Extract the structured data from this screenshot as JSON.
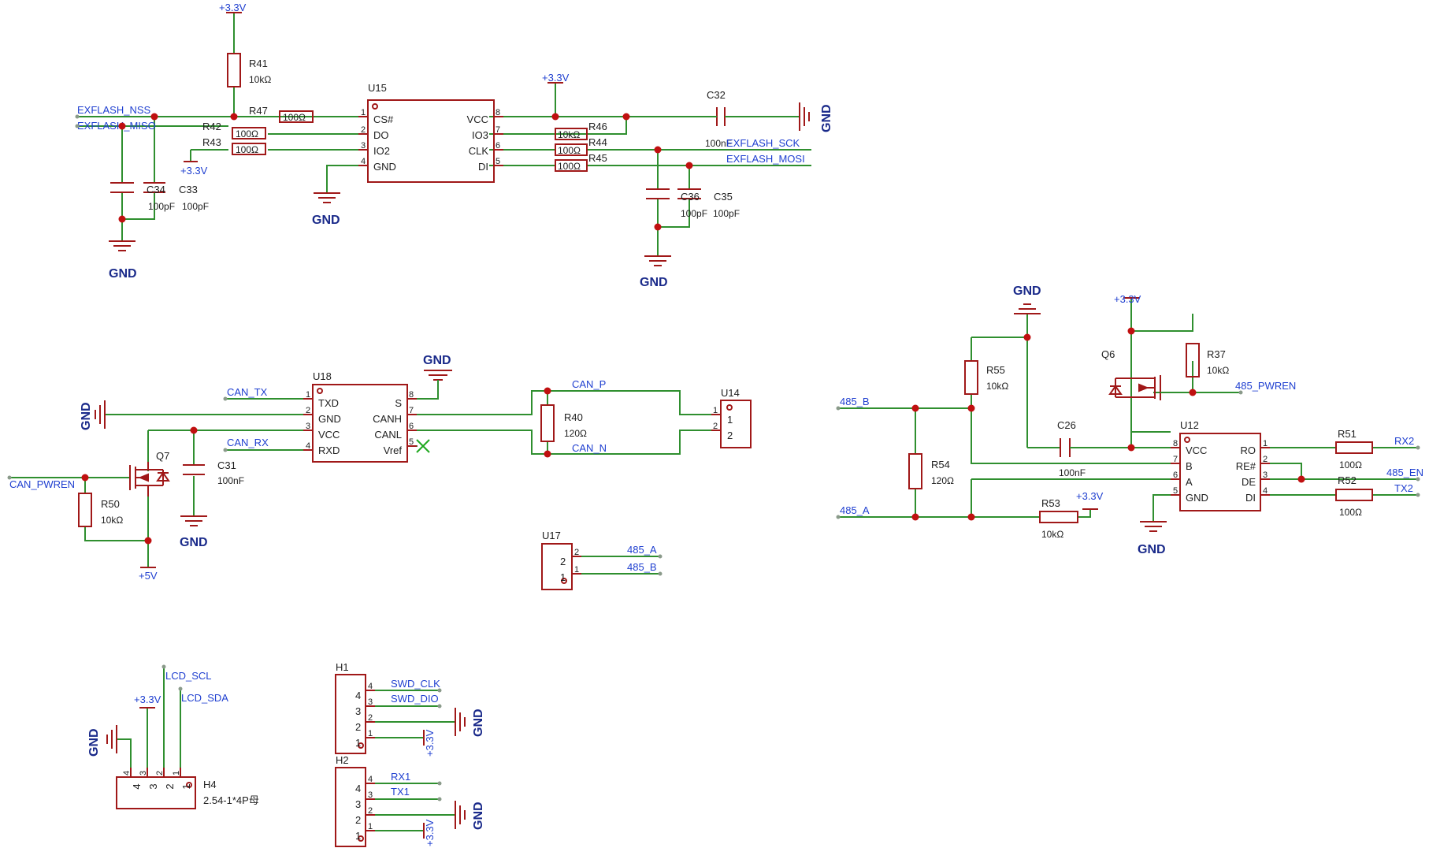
{
  "nets": {
    "vcc33": "+3.3V",
    "vcc5": "+5V",
    "gnd": "GND",
    "exflash_nss": "EXFLASH_NSS",
    "exflash_miso": "EXFLASH_MISO",
    "exflash_sck": "EXFLASH_SCK",
    "exflash_mosi": "EXFLASH_MOSI",
    "can_tx": "CAN_TX",
    "can_rx": "CAN_RX",
    "can_pwren": "CAN_PWREN",
    "can_p": "CAN_P",
    "can_n": "CAN_N",
    "rs485_a": "485_A",
    "rs485_b": "485_B",
    "rs485_pwren": "485_PWREN",
    "rs485_en": "485_EN",
    "rx2": "RX2",
    "tx2": "TX2",
    "rx1": "RX1",
    "tx1": "TX1",
    "lcd_scl": "LCD_SCL",
    "lcd_sda": "LCD_SDA",
    "swd_clk": "SWD_CLK",
    "swd_dio": "SWD_DIO"
  },
  "components": {
    "u15": {
      "ref": "U15",
      "left_pins": [
        [
          "1",
          "CS#"
        ],
        [
          "2",
          "DO"
        ],
        [
          "3",
          "IO2"
        ],
        [
          "4",
          "GND"
        ]
      ],
      "right_pins": [
        [
          "8",
          "VCC"
        ],
        [
          "7",
          "IO3"
        ],
        [
          "6",
          "CLK"
        ],
        [
          "5",
          "DI"
        ]
      ]
    },
    "u18": {
      "ref": "U18",
      "left_pins": [
        [
          "1",
          "TXD"
        ],
        [
          "2",
          "GND"
        ],
        [
          "3",
          "VCC"
        ],
        [
          "4",
          "RXD"
        ]
      ],
      "right_pins": [
        [
          "8",
          "S"
        ],
        [
          "7",
          "CANH"
        ],
        [
          "6",
          "CANL"
        ],
        [
          "5",
          "Vref"
        ]
      ]
    },
    "u12": {
      "ref": "U12",
      "left_pins": [
        [
          "8",
          "VCC"
        ],
        [
          "7",
          "B"
        ],
        [
          "6",
          "A"
        ],
        [
          "5",
          "GND"
        ]
      ],
      "right_pins": [
        [
          "1",
          "RO"
        ],
        [
          "2",
          "RE#"
        ],
        [
          "3",
          "DE"
        ],
        [
          "4",
          "DI"
        ]
      ]
    },
    "u14": {
      "ref": "U14",
      "pins": [
        "1",
        "2"
      ]
    },
    "u17": {
      "ref": "U17",
      "pins": [
        "2",
        "1"
      ]
    },
    "h1": {
      "ref": "H1",
      "pins": [
        "4",
        "3",
        "2",
        "1"
      ]
    },
    "h2": {
      "ref": "H2",
      "pins": [
        "4",
        "3",
        "2",
        "1"
      ]
    },
    "h4": {
      "ref": "H4",
      "pins": [
        "4",
        "3",
        "2",
        "1"
      ],
      "footprint": "2.54-1*4P母"
    },
    "r41": {
      "ref": "R41",
      "value": "10kΩ"
    },
    "r47": {
      "ref": "R47",
      "value": "100Ω"
    },
    "r42": {
      "ref": "R42",
      "value": "100Ω"
    },
    "r43": {
      "ref": "R43",
      "value": "100Ω"
    },
    "r46": {
      "ref": "R46",
      "value": "10kΩ"
    },
    "r44": {
      "ref": "R44",
      "value": "100Ω"
    },
    "r45": {
      "ref": "R45",
      "value": "100Ω"
    },
    "r40": {
      "ref": "R40",
      "value": "120Ω"
    },
    "r50": {
      "ref": "R50",
      "value": "10kΩ"
    },
    "r55": {
      "ref": "R55",
      "value": "10kΩ"
    },
    "r54": {
      "ref": "R54",
      "value": "120Ω"
    },
    "r53": {
      "ref": "R53",
      "value": "10kΩ"
    },
    "r37": {
      "ref": "R37",
      "value": "10kΩ"
    },
    "r51": {
      "ref": "R51",
      "value": "100Ω"
    },
    "r52": {
      "ref": "R52",
      "value": "100Ω"
    },
    "c32": {
      "ref": "C32",
      "value": "100nF"
    },
    "c34": {
      "ref": "C34",
      "value": "100pF"
    },
    "c33": {
      "ref": "C33",
      "value": "100pF"
    },
    "c36": {
      "ref": "C36",
      "value": "100pF"
    },
    "c35": {
      "ref": "C35",
      "value": "100pF"
    },
    "c31": {
      "ref": "C31",
      "value": "100nF"
    },
    "c26": {
      "ref": "C26",
      "value": "100nF"
    },
    "q7": {
      "ref": "Q7"
    },
    "q6": {
      "ref": "Q6"
    }
  },
  "colors": {
    "wire": "#2f8f2f",
    "part": "#a01818",
    "junction": "#c01010",
    "net_label": "#1f3fd0",
    "power_label": "#1a2a8a",
    "background": "#ffffff"
  }
}
